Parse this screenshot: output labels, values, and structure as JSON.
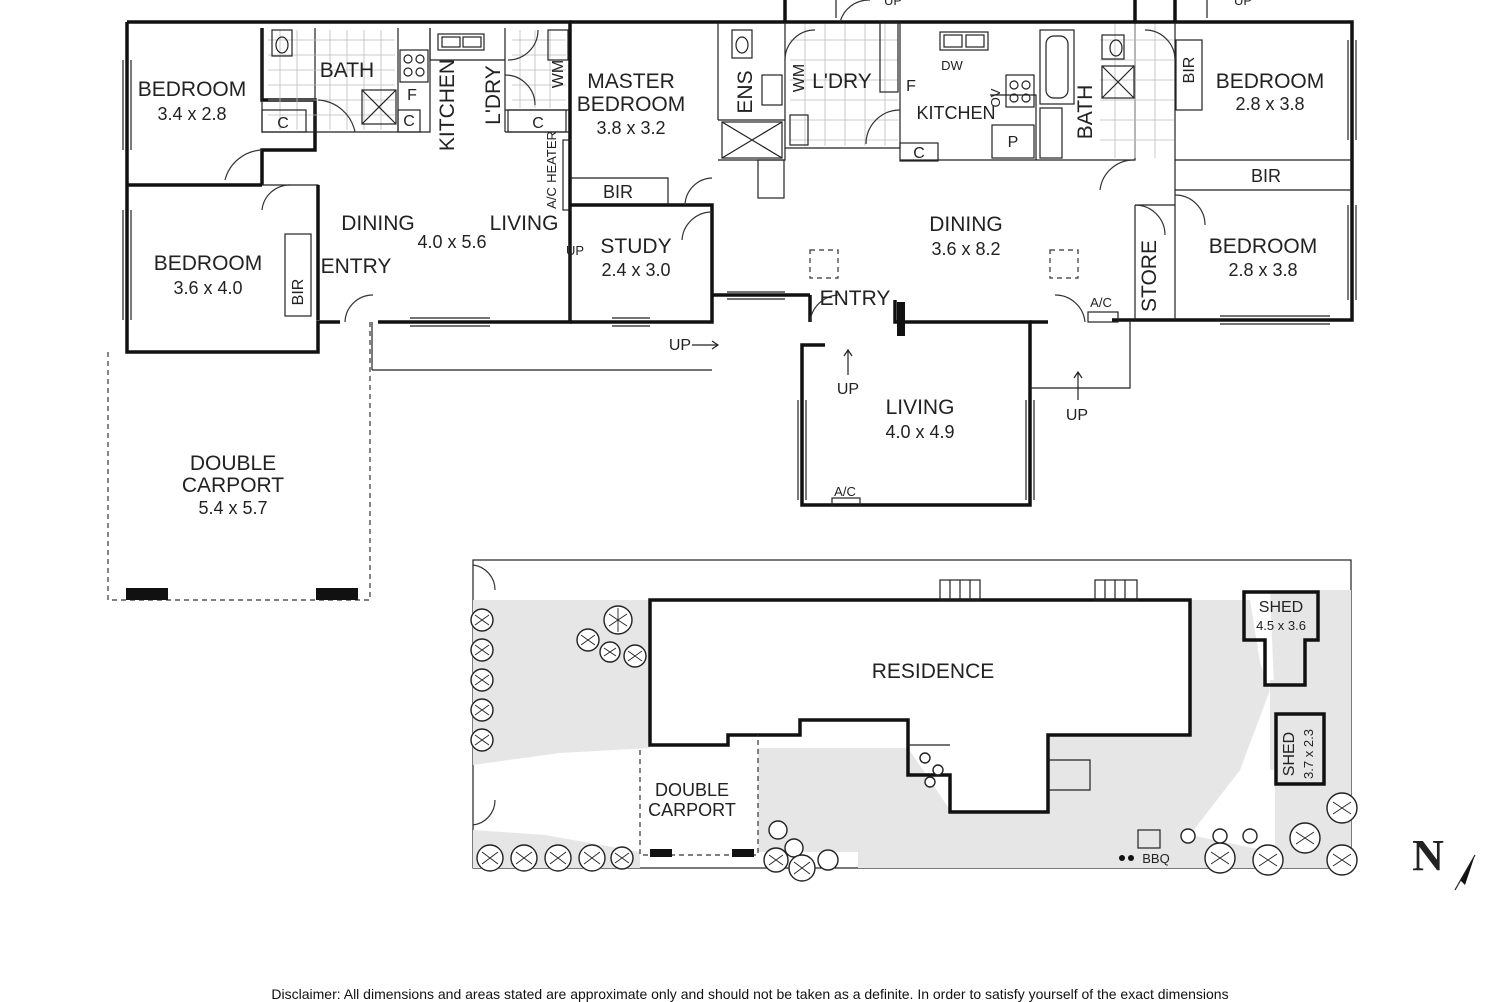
{
  "floorplan": {
    "left_unit": {
      "bedroom_nw": {
        "name": "BEDROOM",
        "dims": "3.4 x 2.8"
      },
      "bedroom_sw": {
        "name": "BEDROOM",
        "dims": "3.6 x 4.0"
      },
      "bath": "BATH",
      "kitchen": "KITCHEN",
      "laundry": "L'DRY",
      "dining": {
        "name": "DINING",
        "dims": "4.0 x 5.6"
      },
      "living": "LIVING",
      "entry": "ENTRY",
      "bir": "BIR",
      "cupboards": [
        "C",
        "C",
        "C"
      ],
      "fridge": "F",
      "wm": "WM",
      "heater": "HEATER",
      "ac": "A/C",
      "carport": {
        "name_line1": "DOUBLE",
        "name_line2": "CARPORT",
        "dims": "5.4 x 5.7"
      },
      "up": "UP"
    },
    "right_unit": {
      "master": {
        "line1": "MASTER",
        "line2": "BEDROOM",
        "dims": "3.8 x 3.2"
      },
      "bir_master": "BIR",
      "ens": "ENS",
      "wm": "WM",
      "laundry": "L'DRY",
      "fridge": "F",
      "dw": "DW",
      "ov": "OV",
      "kitchen": "KITCHEN",
      "cupboard": "C",
      "pantry": "P",
      "bath": "BATH",
      "study": {
        "name": "STUDY",
        "dims": "2.4 x 3.0"
      },
      "dining": {
        "name": "DINING",
        "dims": "3.6 x 8.2"
      },
      "entry": "ENTRY",
      "living": {
        "name": "LIVING",
        "dims": "4.0 x 4.9"
      },
      "ac_living": "A/C",
      "ac_entry": "A/C",
      "store": "STORE",
      "bedroom_ne": {
        "name": "BEDROOM",
        "dims": "2.8 x 3.8",
        "bir": "BIR"
      },
      "bedroom_se": {
        "name": "BEDROOM",
        "dims": "2.8 x 3.8",
        "bir": "BIR"
      },
      "up_a": "UP",
      "up_b": "UP",
      "up_c": "UP",
      "up_top_a": "UP",
      "up_top_b": "UP"
    }
  },
  "siteplan": {
    "residence": "RESIDENCE",
    "carport_line1": "DOUBLE",
    "carport_line2": "CARPORT",
    "shed1": {
      "name": "SHED",
      "dims": "4.5 x 3.6"
    },
    "shed2": {
      "name": "SHED",
      "dims": "3.7 x 2.3"
    },
    "bbq": "BBQ",
    "north": "N"
  },
  "disclaimer": "Disclaimer: All dimensions and areas stated are approximate only and should not be taken as a definite. In order to satisfy yourself of the exact dimensions",
  "colors": {
    "walls": "#111111",
    "yard": "#e6e6e6",
    "paper": "#ffffff"
  }
}
